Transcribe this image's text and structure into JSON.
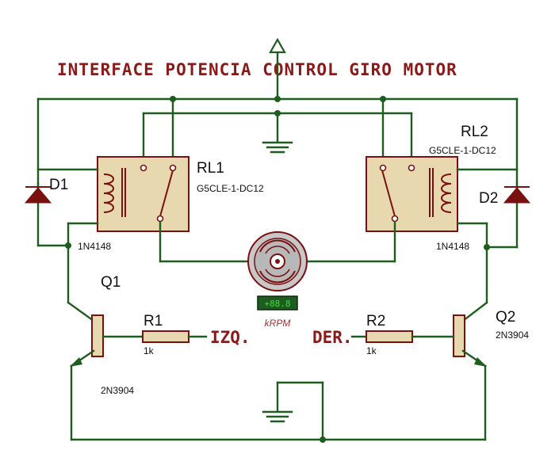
{
  "title": "INTERFACE POTENCIA CONTROL GIRO MOTOR",
  "components": {
    "rl1": {
      "ref": "RL1",
      "part": "G5CLE-1-DC12"
    },
    "rl2": {
      "ref": "RL2",
      "part": "G5CLE-1-DC12"
    },
    "d1": {
      "ref": "D1",
      "part": "1N4148"
    },
    "d2": {
      "ref": "D2",
      "part": "1N4148"
    },
    "q1": {
      "ref": "Q1",
      "part": "2N3904"
    },
    "q2": {
      "ref": "Q2",
      "part": "2N3904"
    },
    "r1": {
      "ref": "R1",
      "value": "1k"
    },
    "r2": {
      "ref": "R2",
      "value": "1k"
    },
    "motor": {
      "display": "+88.8",
      "unit": "kRPM"
    }
  },
  "nets": {
    "left_input": "IZQ.",
    "right_input": "DER."
  },
  "colors": {
    "wire": "#1f5c1f",
    "component_outline": "#7a1010",
    "component_fill": "#e8d8b0",
    "label_text": "#8a1a1a"
  }
}
